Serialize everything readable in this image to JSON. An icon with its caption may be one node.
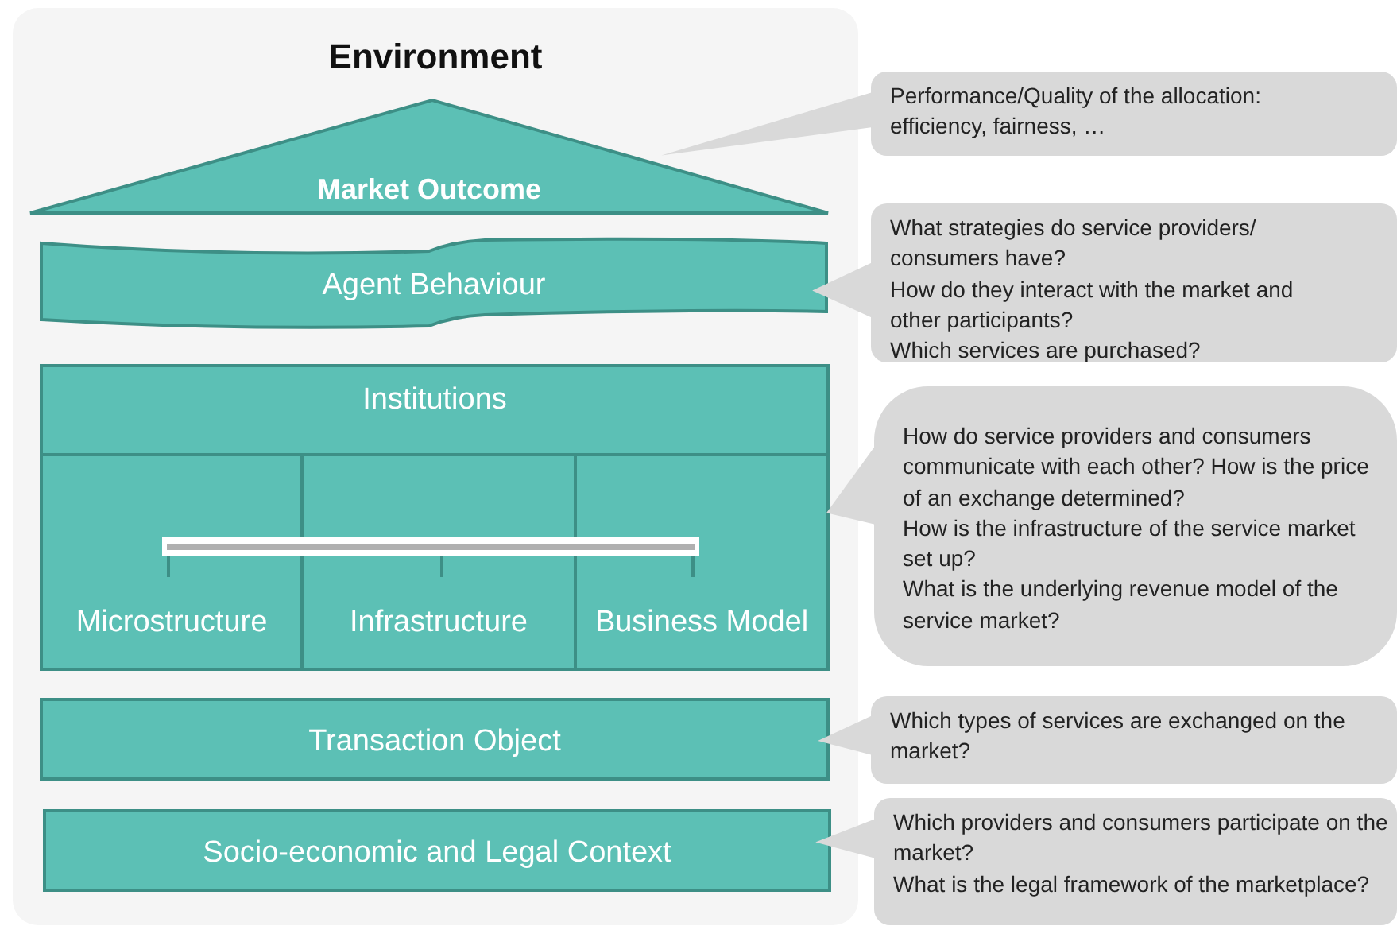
{
  "diagram": {
    "nodes": [
      {
        "text": [
          "Environment"
        ]
      },
      {
        "text": [
          "Market Outcome"
        ],
        "in": 0
      },
      {
        "text": [
          "Agent Behaviour"
        ],
        "in": 0
      },
      {
        "text": [
          "Institutions"
        ],
        "in": 0
      },
      {
        "text": [
          "Microstructure"
        ],
        "in": 3
      },
      {
        "text": [
          "Infrastructure"
        ],
        "in": 3
      },
      {
        "text": [
          "Business Model"
        ],
        "in": 3
      },
      {
        "text": [
          "Transaction Object"
        ],
        "in": 0
      },
      {
        "text": [
          "Socio-economic and Legal Context"
        ],
        "in": 0
      },
      {
        "text": [
          "Performance/Quality of the allocation: efficiency, fairness, …"
        ]
      },
      {
        "text": [
          "What strategies do service providers/ consumers have?",
          "How do they interact with the market and other participants?",
          "Which services are purchased?"
        ]
      },
      {
        "text": [
          "How do service providers and consumers communicate with each other? How is the price of an exchange determined?",
          "How is the infrastructure of the service market set up?",
          "What is the underlying revenue model of the service market?"
        ]
      },
      {
        "text": [
          "Which types of services are exchanged on the market?"
        ]
      },
      {
        "text": [
          "Which providers and consumers participate on the market?",
          "What is the legal framework of the marketplace?"
        ]
      }
    ],
    "edges": [
      {
        "from": 9,
        "to": 1,
        "arrow": "to"
      },
      {
        "from": 10,
        "to": 2,
        "arrow": "to"
      },
      {
        "from": 11,
        "to": 3,
        "arrow": "to"
      },
      {
        "from": 12,
        "to": 7,
        "arrow": "to"
      },
      {
        "from": 13,
        "to": 8,
        "arrow": "to"
      }
    ]
  }
}
